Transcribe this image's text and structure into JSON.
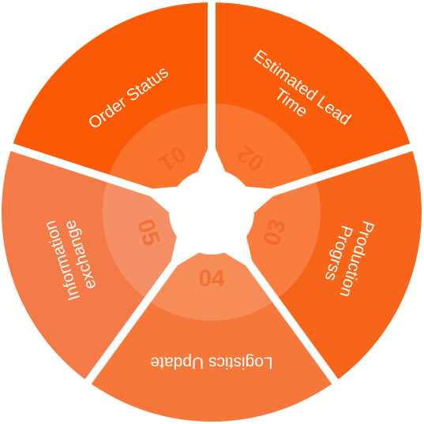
{
  "colors": {
    "ring_ring": "#ffffff",
    "center_background": "#ffffff"
  },
  "segments": [
    {
      "number": "01",
      "label_lines": [
        "Order Status"
      ],
      "color": "#fa5a05"
    },
    {
      "number": "02",
      "label_lines": [
        "Estimated Lead",
        "Time"
      ],
      "color": "#fb5d0a"
    },
    {
      "number": "03",
      "label_lines": [
        "Production",
        "Progrss"
      ],
      "color": "#f7651b"
    },
    {
      "number": "04",
      "label_lines": [
        "Logistics Update"
      ],
      "color": "#f5783a"
    },
    {
      "number": "05",
      "label_lines": [
        "Information",
        "exchange"
      ],
      "color": "#f47a48"
    }
  ]
}
